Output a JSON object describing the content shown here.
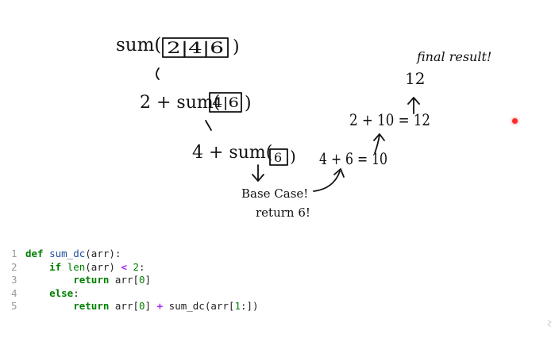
{
  "annotations": {
    "top_call": "sum(",
    "top_box": "2|4|6",
    "top_close": ")",
    "level2": "2 + sum(",
    "level2_box": "4|6",
    "level2_close": ")",
    "level3": "4 + sum(",
    "level3_box": "6",
    "level3_close": ")",
    "base_case_line1": "Base Case!",
    "base_case_line2": "return 6!",
    "step_right_1": "4 + 6 = 10",
    "step_right_2": "2 + 10 = 12",
    "final_value": "12",
    "final_label": "final result!"
  },
  "code": {
    "lines": [
      {
        "number": "1",
        "tokens": [
          {
            "t": "def",
            "c": "kw"
          },
          {
            "t": " ",
            "c": "plain"
          },
          {
            "t": "sum_dc",
            "c": "fn"
          },
          {
            "t": "(arr):",
            "c": "plain"
          }
        ]
      },
      {
        "number": "2",
        "tokens": [
          {
            "t": "    ",
            "c": "plain"
          },
          {
            "t": "if",
            "c": "kw"
          },
          {
            "t": " ",
            "c": "plain"
          },
          {
            "t": "len",
            "c": "bi"
          },
          {
            "t": "(arr) ",
            "c": "plain"
          },
          {
            "t": "<",
            "c": "op"
          },
          {
            "t": " ",
            "c": "plain"
          },
          {
            "t": "2",
            "c": "num"
          },
          {
            "t": ":",
            "c": "plain"
          }
        ]
      },
      {
        "number": "3",
        "tokens": [
          {
            "t": "        ",
            "c": "plain"
          },
          {
            "t": "return",
            "c": "kw"
          },
          {
            "t": " arr[",
            "c": "plain"
          },
          {
            "t": "0",
            "c": "num"
          },
          {
            "t": "]",
            "c": "plain"
          }
        ]
      },
      {
        "number": "4",
        "tokens": [
          {
            "t": "    ",
            "c": "plain"
          },
          {
            "t": "else",
            "c": "kw"
          },
          {
            "t": ":",
            "c": "plain"
          }
        ]
      },
      {
        "number": "5",
        "tokens": [
          {
            "t": "        ",
            "c": "plain"
          },
          {
            "t": "return",
            "c": "kw"
          },
          {
            "t": " arr[",
            "c": "plain"
          },
          {
            "t": "0",
            "c": "num"
          },
          {
            "t": "] ",
            "c": "plain"
          },
          {
            "t": "+",
            "c": "op"
          },
          {
            "t": " sum_dc(arr[",
            "c": "plain"
          },
          {
            "t": "1",
            "c": "num"
          },
          {
            "t": ":])",
            "c": "plain"
          }
        ]
      }
    ]
  },
  "colors": {
    "background": "#ffffff",
    "ink": "#111111",
    "keyword": "#008000",
    "function_name": "#1f4fa0",
    "operator": "#aa22ff",
    "line_number": "#9a9a9a",
    "laser_dot": "#ff2a2a"
  }
}
